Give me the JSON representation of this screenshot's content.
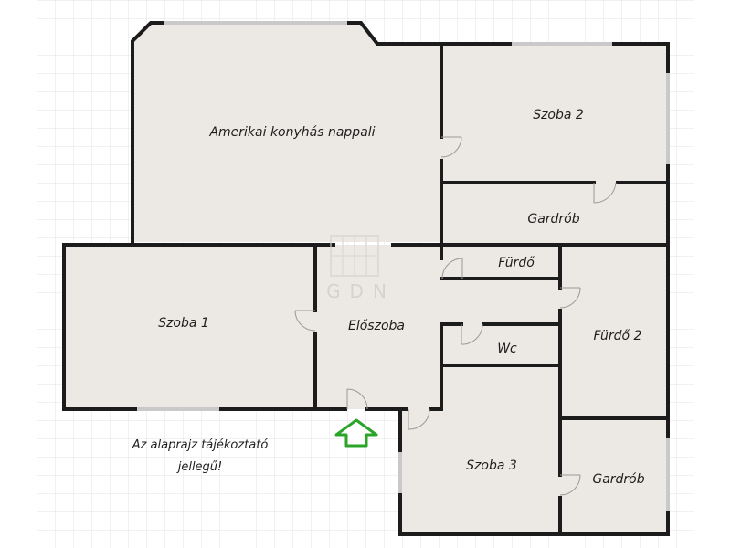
{
  "rooms": {
    "living_kitchen": "Amerikai konyhás nappali",
    "room2": "Szoba 2",
    "wardrobe_top": "Gardrób",
    "bath1": "Fürdő",
    "room1": "Szoba 1",
    "hall": "Előszoba",
    "wc": "Wc",
    "bath2": "Fürdő 2",
    "room3": "Szoba 3",
    "wardrobe_bottom": "Gardrób"
  },
  "notice": {
    "line1": "Az alaprajz tájékoztató",
    "line2": "jellegű!"
  },
  "watermark": "GDN",
  "colors": {
    "floor": "#ece8e3",
    "wall": "#1c1c1c",
    "grid": "#e3e3e3",
    "entrance_arrow": "#2aa52a",
    "window": "#c9c9c9"
  },
  "icons": {
    "entrance": "entrance-arrow-icon",
    "watermark_logo": "gdn-logo-icon"
  }
}
